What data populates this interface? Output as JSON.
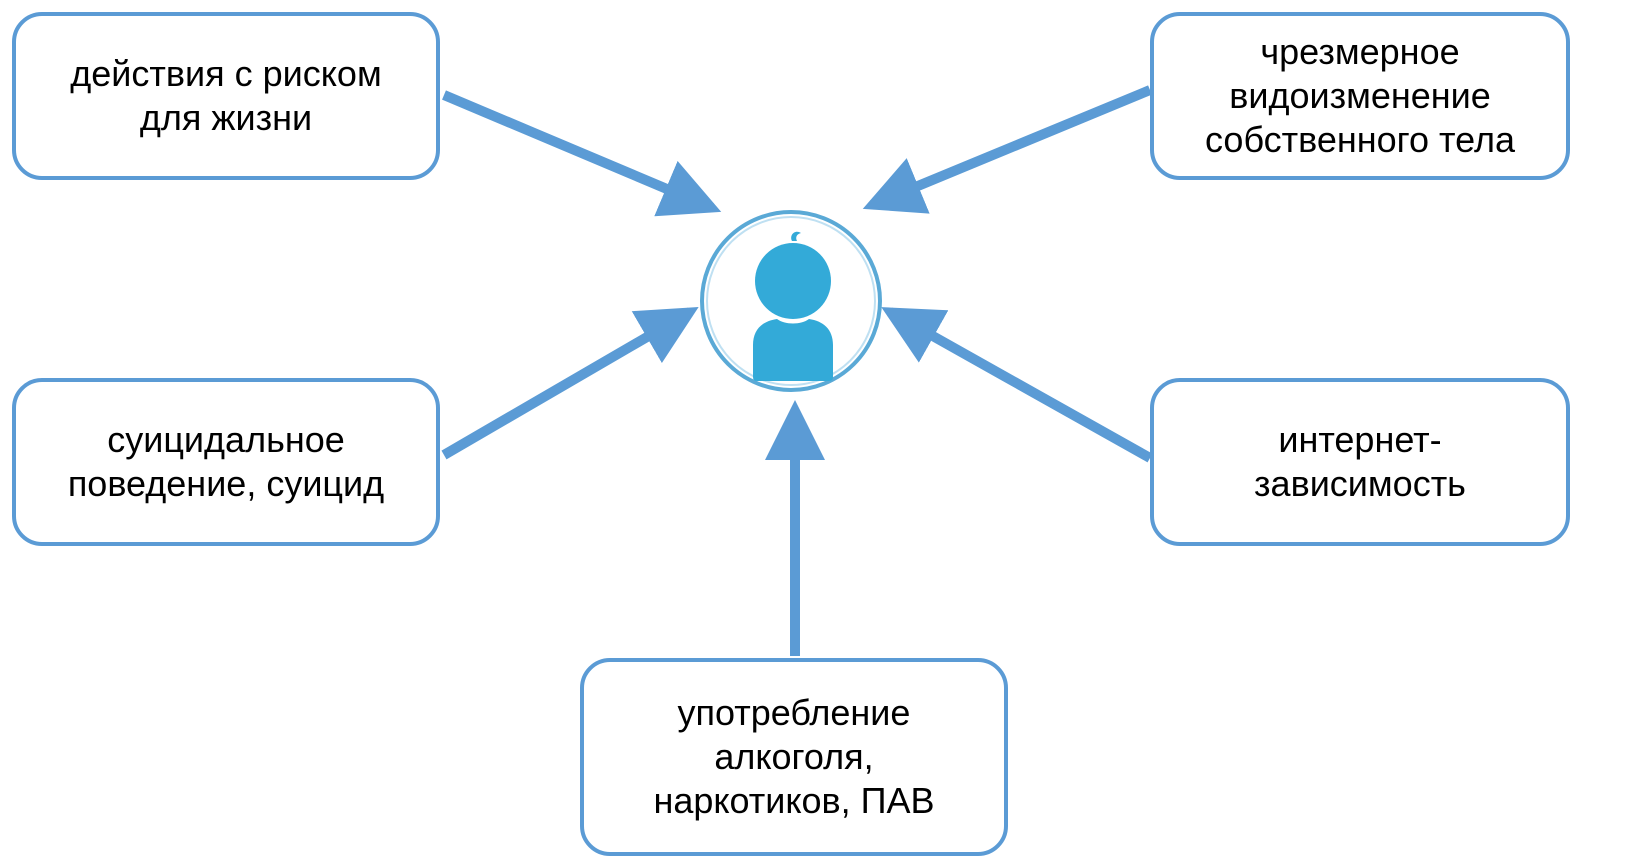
{
  "diagram": {
    "center": {
      "icon": "person-icon"
    },
    "nodes": [
      {
        "id": "top-left",
        "text": "действия с риском\nдля жизни"
      },
      {
        "id": "top-right",
        "text": "чрезмерное\nвидоизменение\nсобственного тела"
      },
      {
        "id": "mid-left",
        "text": "суицидальное\nповедение, суицид"
      },
      {
        "id": "mid-right",
        "text": "интернет-\nзависимость"
      },
      {
        "id": "bottom",
        "text": "употребление\nалкоголя,\nнаркотиков, ПАВ"
      }
    ],
    "colors": {
      "arrow": "#5b9bd5",
      "border": "#5b9bd5",
      "icon": "#33aad8",
      "circle_border": "#5aa9d6"
    }
  }
}
